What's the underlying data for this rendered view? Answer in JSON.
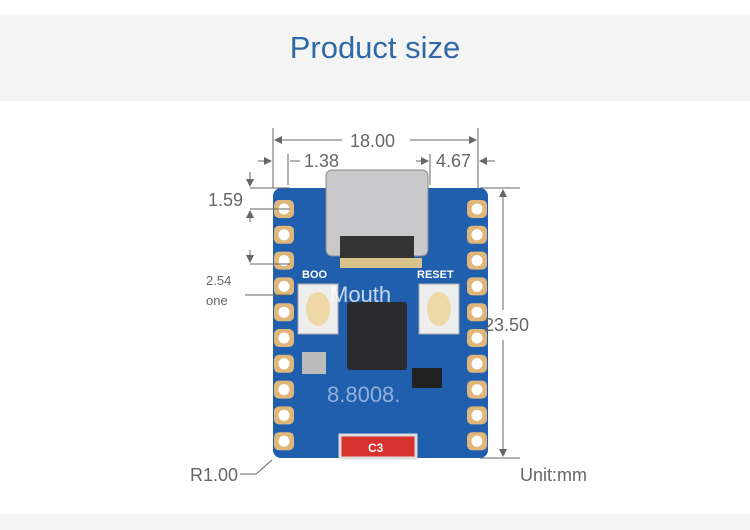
{
  "title": "Product size",
  "dimensions": {
    "width": "18.00",
    "left_offset": "1.38",
    "right_offset": "4.67",
    "top_pad": "1.59",
    "pitch_value": "2.54",
    "pitch_unit": "one",
    "height": "23.50",
    "corner_radius": "R1.00",
    "unit": "Unit:mm"
  },
  "board": {
    "boot_label": "BOO",
    "reset_label": "RESET",
    "watermark_top": "Mouth",
    "watermark_bottom": "8.8008.",
    "antenna_label": "C3"
  },
  "colors": {
    "title": "#2f6aa7",
    "pcb": "#1f5fae",
    "pad": "#e0b77a"
  }
}
